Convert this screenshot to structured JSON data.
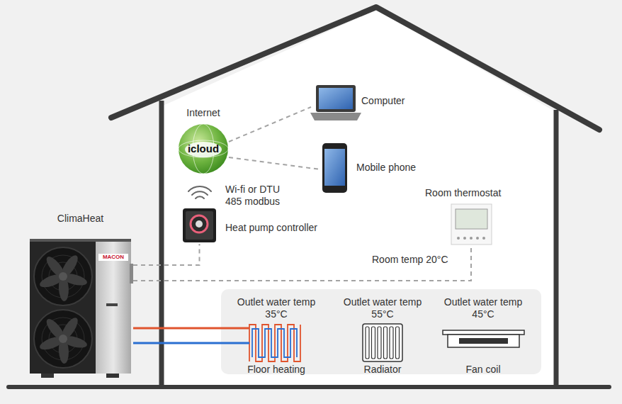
{
  "diagram": {
    "nodes": [
      {
        "text": [
          "ClimaHeat",
          "MACON"
        ]
      },
      {
        "text": [
          "Internet",
          "icloud"
        ]
      },
      {
        "text": [
          "Computer"
        ]
      },
      {
        "text": [
          "Mobile phone"
        ]
      },
      {
        "text": [
          "Wi-fi or DTU 485 modbus",
          "Heat pump controller"
        ]
      },
      {
        "text": [
          "Room thermostat",
          "Room temp 20°C"
        ]
      },
      {
        "text": [
          "Outlet water temp 35°C",
          "Floor heating"
        ]
      },
      {
        "text": [
          "Outlet water temp 55°C",
          "Radiator"
        ]
      },
      {
        "text": [
          "Outlet water temp 45°C",
          "Fan coil"
        ]
      }
    ],
    "edges": [
      {
        "from": 1,
        "to": 2,
        "arrow": "none"
      },
      {
        "from": 1,
        "to": 3,
        "arrow": "none"
      },
      {
        "from": 0,
        "to": 4,
        "arrow": "none"
      },
      {
        "from": 0,
        "to": 5,
        "arrow": "none"
      },
      {
        "from": 0,
        "to": 6,
        "arrow": "none"
      }
    ]
  }
}
